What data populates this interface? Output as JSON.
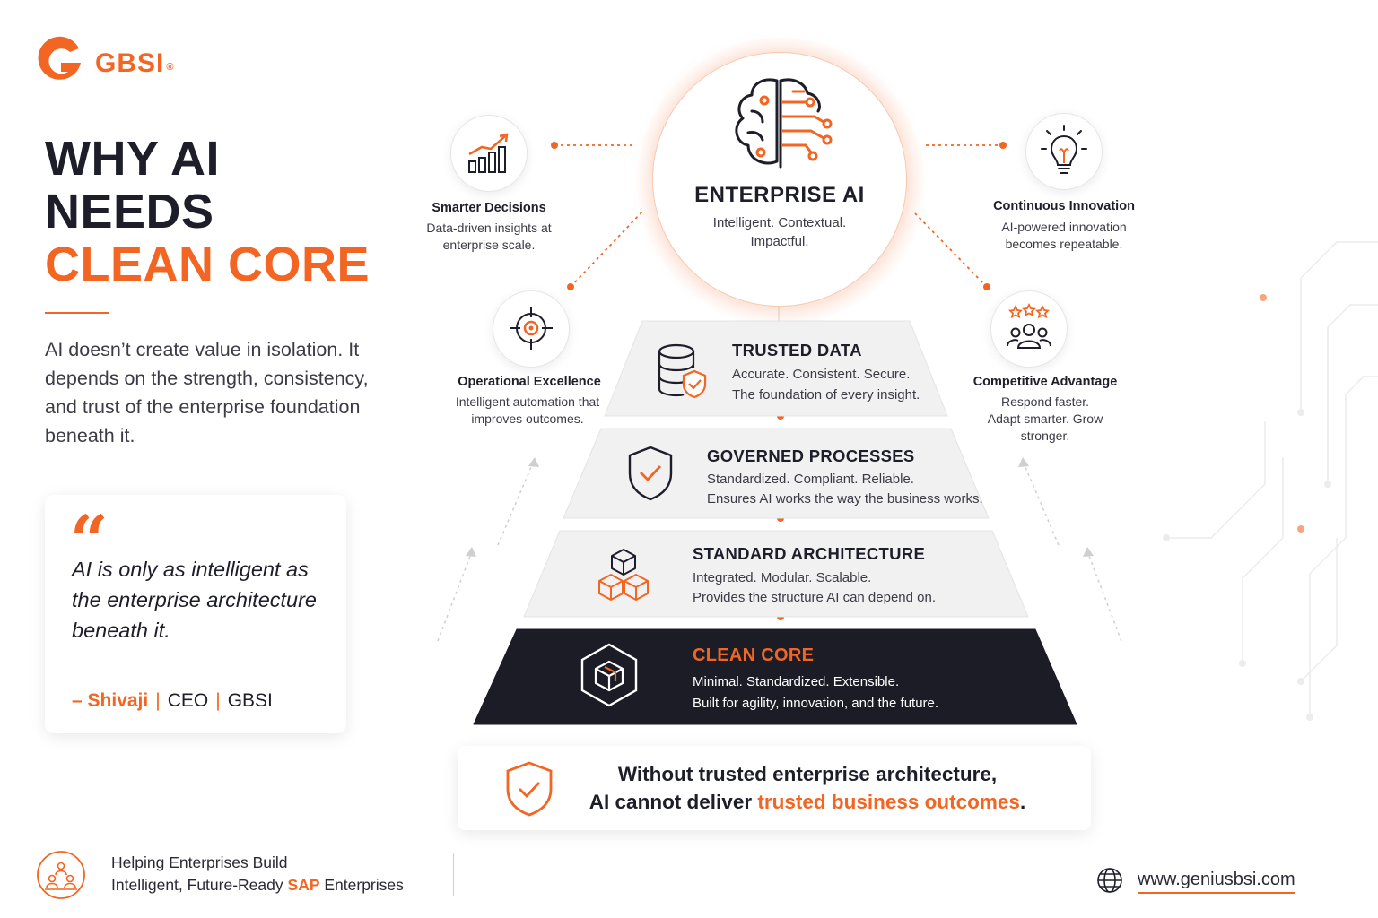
{
  "brand": {
    "name": "GBSI",
    "mark": "®",
    "color": "#f26522"
  },
  "headline": {
    "line1": "WHY AI",
    "line2": "NEEDS",
    "line3": "CLEAN CORE"
  },
  "intro": "AI doesn’t create value in isolation. It depends on the strength, consistency, and trust of the enterprise foundation beneath it.",
  "quote": {
    "mark": "“",
    "text": "AI is only as intelligent as the enterprise architecture beneath it.",
    "dash": "–",
    "author": "Shivaji",
    "role": "CEO",
    "company": "GBSI",
    "separator": "|"
  },
  "hero": {
    "title": "ENTERPRISE AI",
    "subtitle": "Intelligent. Contextual. Impactful.",
    "icon": "brain-circuit-icon"
  },
  "benefits": [
    {
      "title": "Smarter Decisions",
      "desc": "Data-driven insights at enterprise scale.",
      "icon": "growth-chart-icon"
    },
    {
      "title": "Continuous Innovation",
      "desc": "AI-powered innovation becomes repeatable.",
      "icon": "lightbulb-icon"
    },
    {
      "title": "Operational Excellence",
      "desc": "Intelligent automation that improves outcomes.",
      "icon": "target-icon"
    },
    {
      "title": "Competitive Advantage",
      "desc": "Respond faster. Adapt smarter. Grow stronger.",
      "icon": "team-stars-icon"
    }
  ],
  "tiers": [
    {
      "title": "TRUSTED DATA",
      "line1": "Accurate. Consistent. Secure.",
      "line2": "The foundation of every insight.",
      "icon": "database-shield-icon"
    },
    {
      "title": "GOVERNED PROCESSES",
      "line1": "Standardized. Compliant. Reliable.",
      "line2": "Ensures AI works the way the business works.",
      "icon": "shield-check-icon"
    },
    {
      "title": "STANDARD ARCHITECTURE",
      "line1": "Integrated. Modular. Scalable.",
      "line2": "Provides the structure AI can depend on.",
      "icon": "stacked-cubes-icon"
    },
    {
      "title": "CLEAN CORE",
      "line1": "Minimal. Standardized. Extensible.",
      "line2": "Built for agility, innovation, and the future.",
      "icon": "hexagon-cube-icon"
    }
  ],
  "banner": {
    "line1": "Without trusted enterprise architecture,",
    "line2_prefix": "AI cannot deliver",
    "line2_highlight": "trusted business outcomes",
    "line2_suffix": "."
  },
  "footer": {
    "tagline_line1": "Helping Enterprises Build",
    "tagline_line2_prefix": "Intelligent, Future-Ready",
    "tagline_highlight": "SAP",
    "tagline_line2_suffix": "Enterprises",
    "website": "www.geniusbsi.com"
  },
  "colors": {
    "accent": "#f26522",
    "dark": "#1c1c26",
    "tier": "#f1f1f1"
  }
}
